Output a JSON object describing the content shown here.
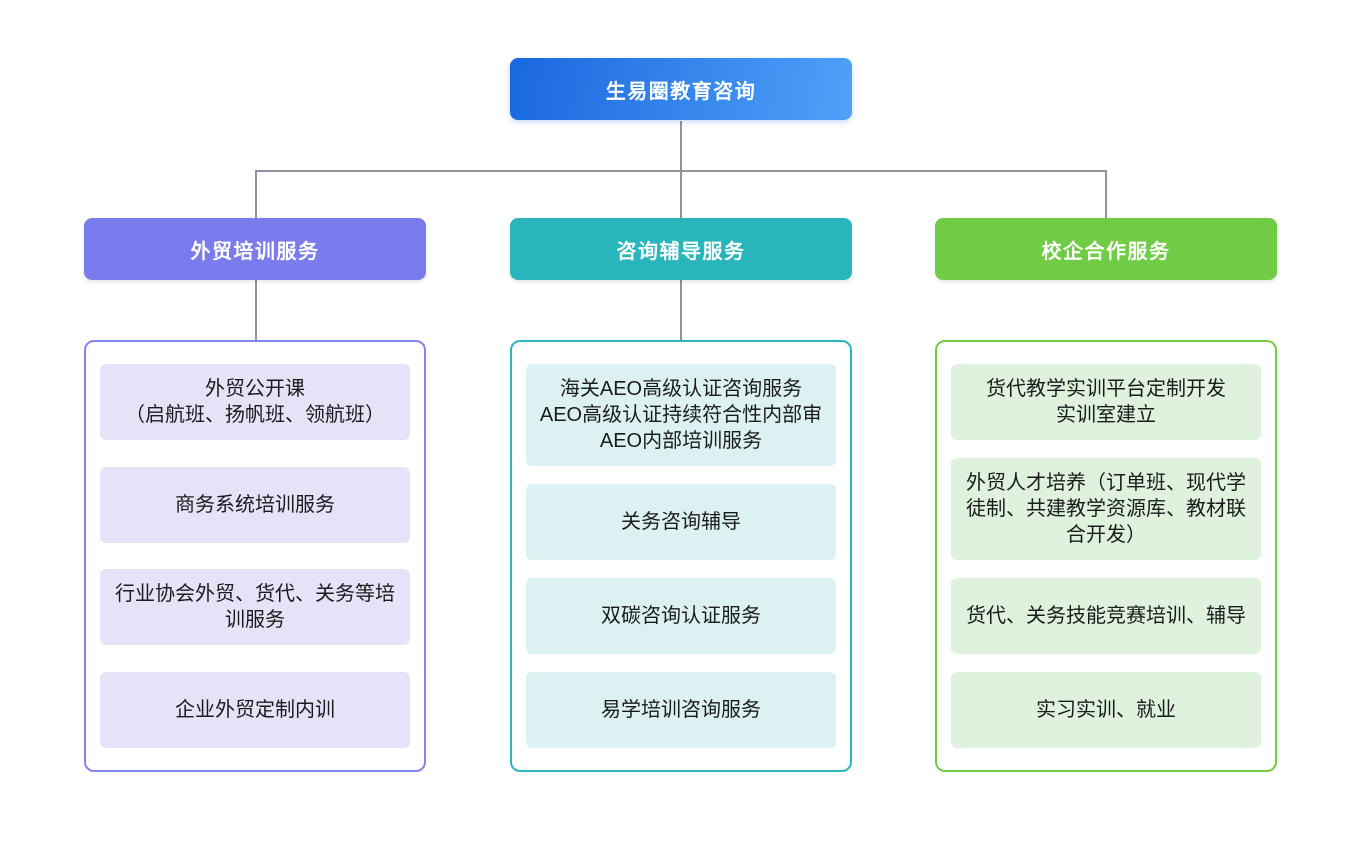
{
  "root": {
    "title": "生易圈教育咨询"
  },
  "branches": [
    {
      "header": "外贸培训服务",
      "header_color": "#7A7CEE",
      "item_bg": "#E4E3F8",
      "items": [
        "外贸公开课\n（启航班、扬帆班、领航班）",
        "商务系统培训服务",
        "行业协会外贸、货代、关务等培训服务",
        "企业外贸定制内训"
      ]
    },
    {
      "header": "咨询辅导服务",
      "header_color": "#28B6BC",
      "item_bg": "#DCF1F2",
      "items": [
        "海关AEO高级认证咨询服务\nAEO高级认证持续符合性内部审\nAEO内部培训服务",
        "关务咨询辅导",
        "双碳咨询认证服务",
        "易学培训咨询服务"
      ]
    },
    {
      "header": "校企合作服务",
      "header_color": "#6FCC44",
      "item_bg": "#DEF2DD",
      "items": [
        "货代教学实训平台定制开发\n实训室建立",
        "外贸人才培养（订单班、现代学徒制、共建教学资源库、教材联合开发）",
        "货代、关务技能竞赛培训、辅导",
        "实习实训、就业"
      ]
    }
  ],
  "colors": {
    "root_gradient_start": "#1A68DF",
    "root_gradient_end": "#4FA1F9",
    "connector": "#8E939D",
    "background": "#FFFFFF"
  }
}
